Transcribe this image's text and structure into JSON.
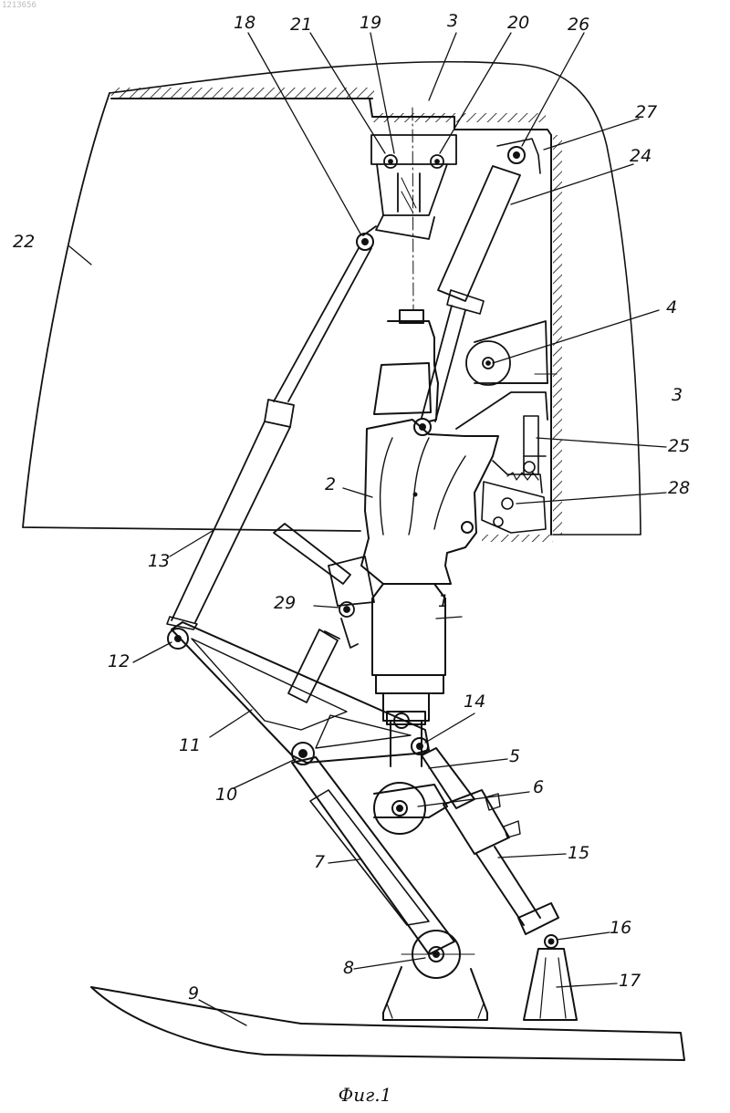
{
  "figure": {
    "caption": "Фиг.1",
    "corner_mark": "1213656",
    "labels": [
      {
        "id": "1",
        "text": "1"
      },
      {
        "id": "2",
        "text": "2"
      },
      {
        "id": "3a",
        "text": "3"
      },
      {
        "id": "3b",
        "text": "3"
      },
      {
        "id": "4",
        "text": "4"
      },
      {
        "id": "5",
        "text": "5"
      },
      {
        "id": "6",
        "text": "6"
      },
      {
        "id": "7",
        "text": "7"
      },
      {
        "id": "8",
        "text": "8"
      },
      {
        "id": "9",
        "text": "9"
      },
      {
        "id": "10",
        "text": "10"
      },
      {
        "id": "11",
        "text": "11"
      },
      {
        "id": "12",
        "text": "12"
      },
      {
        "id": "13",
        "text": "13"
      },
      {
        "id": "14",
        "text": "14"
      },
      {
        "id": "15",
        "text": "15"
      },
      {
        "id": "16",
        "text": "16"
      },
      {
        "id": "17",
        "text": "17"
      },
      {
        "id": "18",
        "text": "18"
      },
      {
        "id": "19",
        "text": "19"
      },
      {
        "id": "20",
        "text": "20"
      },
      {
        "id": "21",
        "text": "21"
      },
      {
        "id": "22",
        "text": "22"
      },
      {
        "id": "24",
        "text": "24"
      },
      {
        "id": "25",
        "text": "25"
      },
      {
        "id": "26",
        "text": "26"
      },
      {
        "id": "27",
        "text": "27"
      },
      {
        "id": "28",
        "text": "28"
      },
      {
        "id": "29",
        "text": "29"
      }
    ]
  }
}
